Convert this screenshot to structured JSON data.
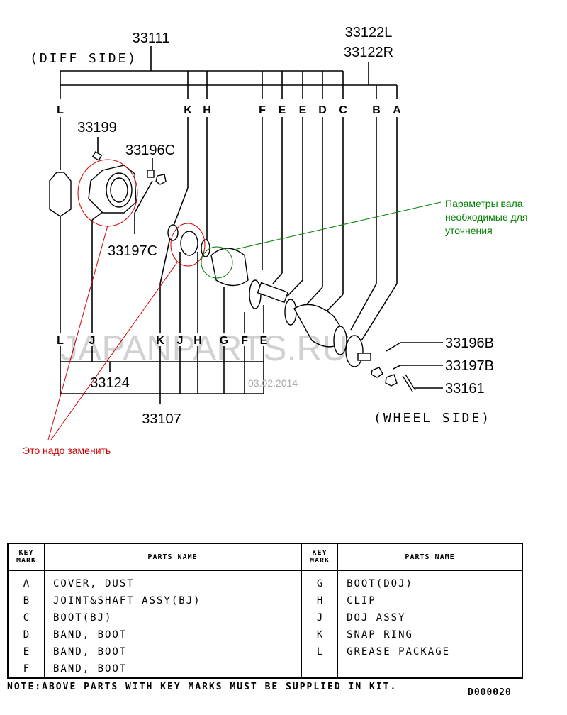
{
  "diagram": {
    "part_numbers": {
      "p33111": "33111",
      "diff_side": "(DIFF SIDE)",
      "p33122L": "33122L",
      "p33122R": "33122R",
      "p33199": "33199",
      "p33196C": "33196C",
      "p33197C": "33197C",
      "p33124": "33124",
      "p33107": "33107",
      "p33196B": "33196B",
      "p33197B": "33197B",
      "p33161": "33161",
      "wheel_side": "(WHEEL SIDE)"
    },
    "top_keys": [
      "L",
      "K",
      "H",
      "F",
      "E",
      "E",
      "D",
      "C",
      "B",
      "A"
    ],
    "bottom_keys": [
      "L",
      "J",
      "K",
      "J",
      "H",
      "G",
      "F",
      "E"
    ],
    "annotation_green": [
      "Параметры вала,",
      "необходимые для",
      "уточнения"
    ],
    "annotation_red": "Это надо заменить",
    "watermark": "JAPANPARTS.RU",
    "date": "03.02.2014",
    "colors": {
      "green": "#008000",
      "red": "#d00000",
      "line": "#000000"
    }
  },
  "table": {
    "header_key": "KEY MARK",
    "header_name": "PARTS NAME",
    "left": [
      {
        "key": "A",
        "name": "COVER, DUST"
      },
      {
        "key": "B",
        "name": "JOINT&SHAFT ASSY(BJ)"
      },
      {
        "key": "C",
        "name": "BOOT(BJ)"
      },
      {
        "key": "D",
        "name": "BAND, BOOT"
      },
      {
        "key": "E",
        "name": "BAND, BOOT"
      },
      {
        "key": "F",
        "name": "BAND, BOOT"
      }
    ],
    "right": [
      {
        "key": "G",
        "name": "BOOT(DOJ)"
      },
      {
        "key": "H",
        "name": "CLIP"
      },
      {
        "key": "J",
        "name": "DOJ ASSY"
      },
      {
        "key": "K",
        "name": "SNAP RING"
      },
      {
        "key": "L",
        "name": "GREASE PACKAGE"
      }
    ]
  },
  "note": "NOTE:ABOVE PARTS WITH KEY MARKS MUST BE SUPPLIED IN KIT.",
  "code": "D000020"
}
